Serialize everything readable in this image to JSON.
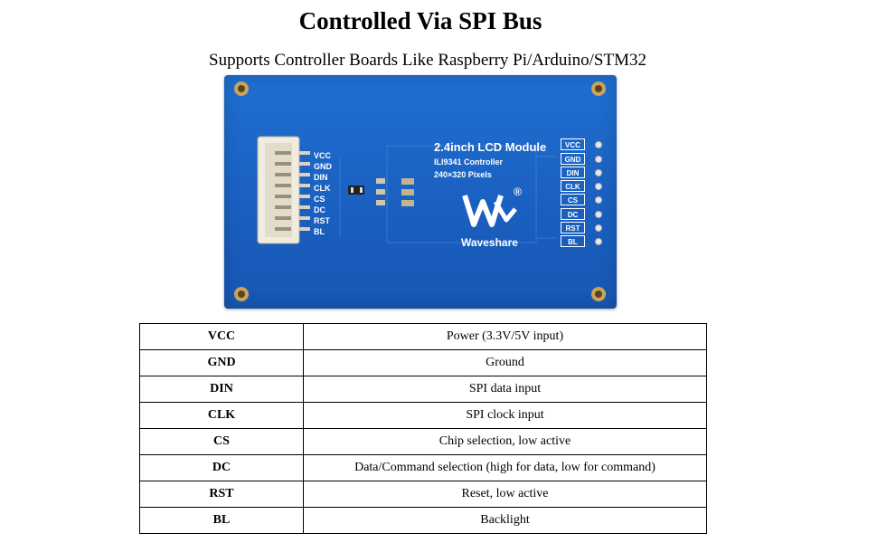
{
  "header": {
    "title": "Controlled Via SPI Bus",
    "subtitle": "Supports Controller Boards Like Raspberry Pi/Arduino/STM32"
  },
  "board": {
    "product_name": "2.4inch LCD Module",
    "controller": "ILI9341 Controller",
    "resolution": "240×320 Pixels",
    "brand": "Waveshare",
    "registered_mark": "®",
    "left_pin_labels": [
      "VCC",
      "GND",
      "DIN",
      "CLK",
      "CS",
      "DC",
      "RST",
      "BL"
    ],
    "right_pin_labels": [
      "VCC",
      "GND",
      "DIN",
      "CLK",
      "CS",
      "DC",
      "RST",
      "BL"
    ],
    "pcb_color": "#1a5fbf"
  },
  "pin_table": {
    "rows": [
      {
        "pin": "VCC",
        "description": "Power (3.3V/5V input)"
      },
      {
        "pin": "GND",
        "description": "Ground"
      },
      {
        "pin": "DIN",
        "description": "SPI data input"
      },
      {
        "pin": "CLK",
        "description": "SPI clock input"
      },
      {
        "pin": "CS",
        "description": "Chip selection, low active"
      },
      {
        "pin": "DC",
        "description": "Data/Command selection (high for data, low for command)"
      },
      {
        "pin": "RST",
        "description": "Reset, low active"
      },
      {
        "pin": "BL",
        "description": "Backlight"
      }
    ]
  }
}
